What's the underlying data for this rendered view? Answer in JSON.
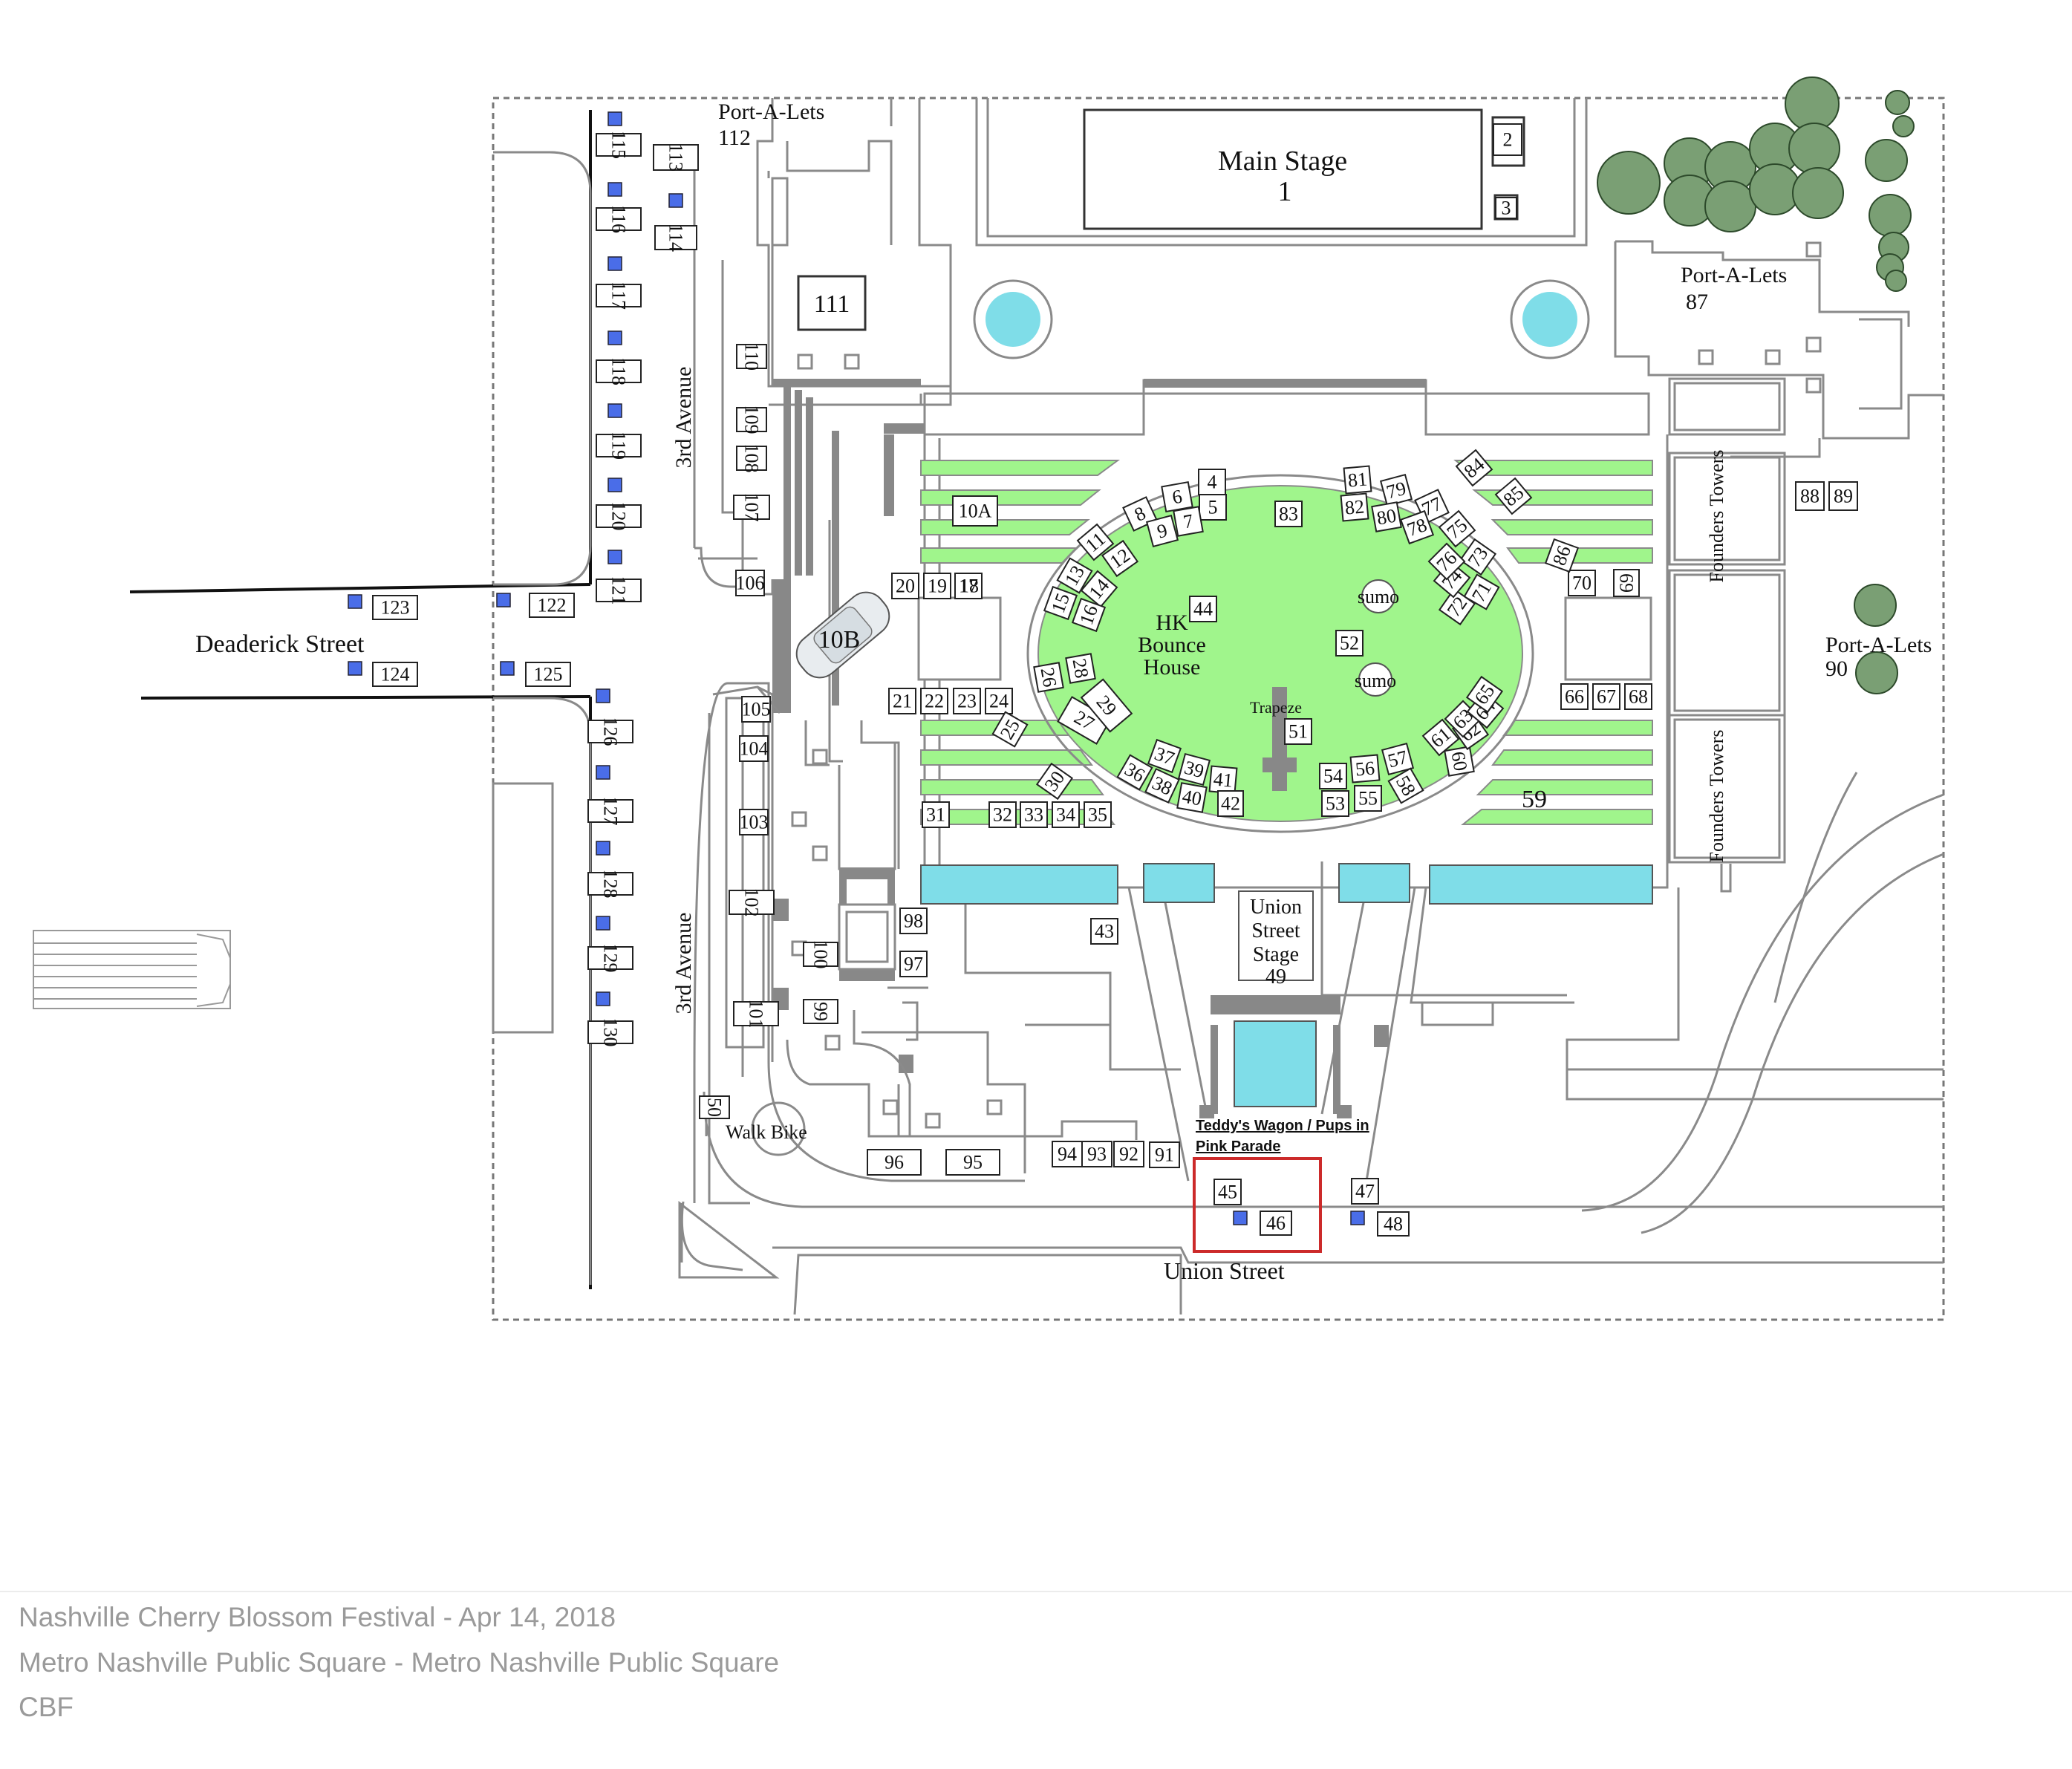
{
  "map": {
    "labels": {
      "main_stage": "Main Stage",
      "main_stage_num": "1",
      "port_a_lets": "Port-A-Lets",
      "port_112": "112",
      "port_87": "87",
      "port_90": "90",
      "third_avenue": "3rd Avenue",
      "deaderick_street": "Deaderick Street",
      "union_street": "Union Street",
      "founders_towers_a": "Founders Towers",
      "founders_towers_b": "Founders Towers",
      "hk_bounce_1": "HK",
      "hk_bounce_2": "Bounce",
      "hk_bounce_3": "House",
      "sumo": "sumo",
      "trapeze": "Trapeze",
      "union_stage_1": "Union",
      "union_stage_2": "Street",
      "union_stage_3": "Stage",
      "union_stage_num": "49",
      "walk_bike": "Walk Bike",
      "teddys_wagon_1": "Teddy's Wagon / Pups in",
      "teddys_wagon_2": "Pink Parade",
      "booth_10b": "10B",
      "booth_111": "111",
      "booth_59": "59"
    },
    "booths": [
      "2",
      "3",
      "4",
      "5",
      "6",
      "7",
      "8",
      "9",
      "10A",
      "11",
      "12",
      "13",
      "14",
      "15",
      "16",
      "17",
      "18",
      "19",
      "20",
      "21",
      "22",
      "23",
      "24",
      "25",
      "26",
      "27",
      "28",
      "29",
      "30",
      "31",
      "32",
      "33",
      "34",
      "35",
      "36",
      "37",
      "38",
      "39",
      "40",
      "41",
      "42",
      "43",
      "44",
      "45",
      "46",
      "47",
      "48",
      "50",
      "51",
      "52",
      "53",
      "54",
      "55",
      "56",
      "57",
      "58",
      "60",
      "61",
      "62",
      "63",
      "64",
      "65",
      "66",
      "67",
      "68",
      "69",
      "70",
      "71",
      "72",
      "73",
      "74",
      "75",
      "76",
      "77",
      "78",
      "79",
      "80",
      "81",
      "82",
      "83",
      "84",
      "85",
      "86",
      "88",
      "89",
      "91",
      "92",
      "93",
      "94",
      "95",
      "96",
      "97",
      "98",
      "99",
      "100",
      "101",
      "102",
      "103",
      "104",
      "105",
      "106",
      "107",
      "108",
      "109",
      "110",
      "113",
      "114",
      "115",
      "116",
      "117",
      "118",
      "119",
      "120",
      "121",
      "122",
      "123",
      "124",
      "125",
      "126",
      "127",
      "128",
      "129",
      "130"
    ],
    "colors": {
      "lawn": "#a0f58c",
      "water": "#7fdde8",
      "booth_marker": "#4a6de8",
      "highlight": "#cc2a2a",
      "line": "#8a8a8a"
    }
  },
  "caption": {
    "line1": "Nashville Cherry Blossom Festival - Apr 14, 2018",
    "line2": "Metro Nashville Public Square - Metro Nashville Public Square",
    "line3": "CBF"
  }
}
